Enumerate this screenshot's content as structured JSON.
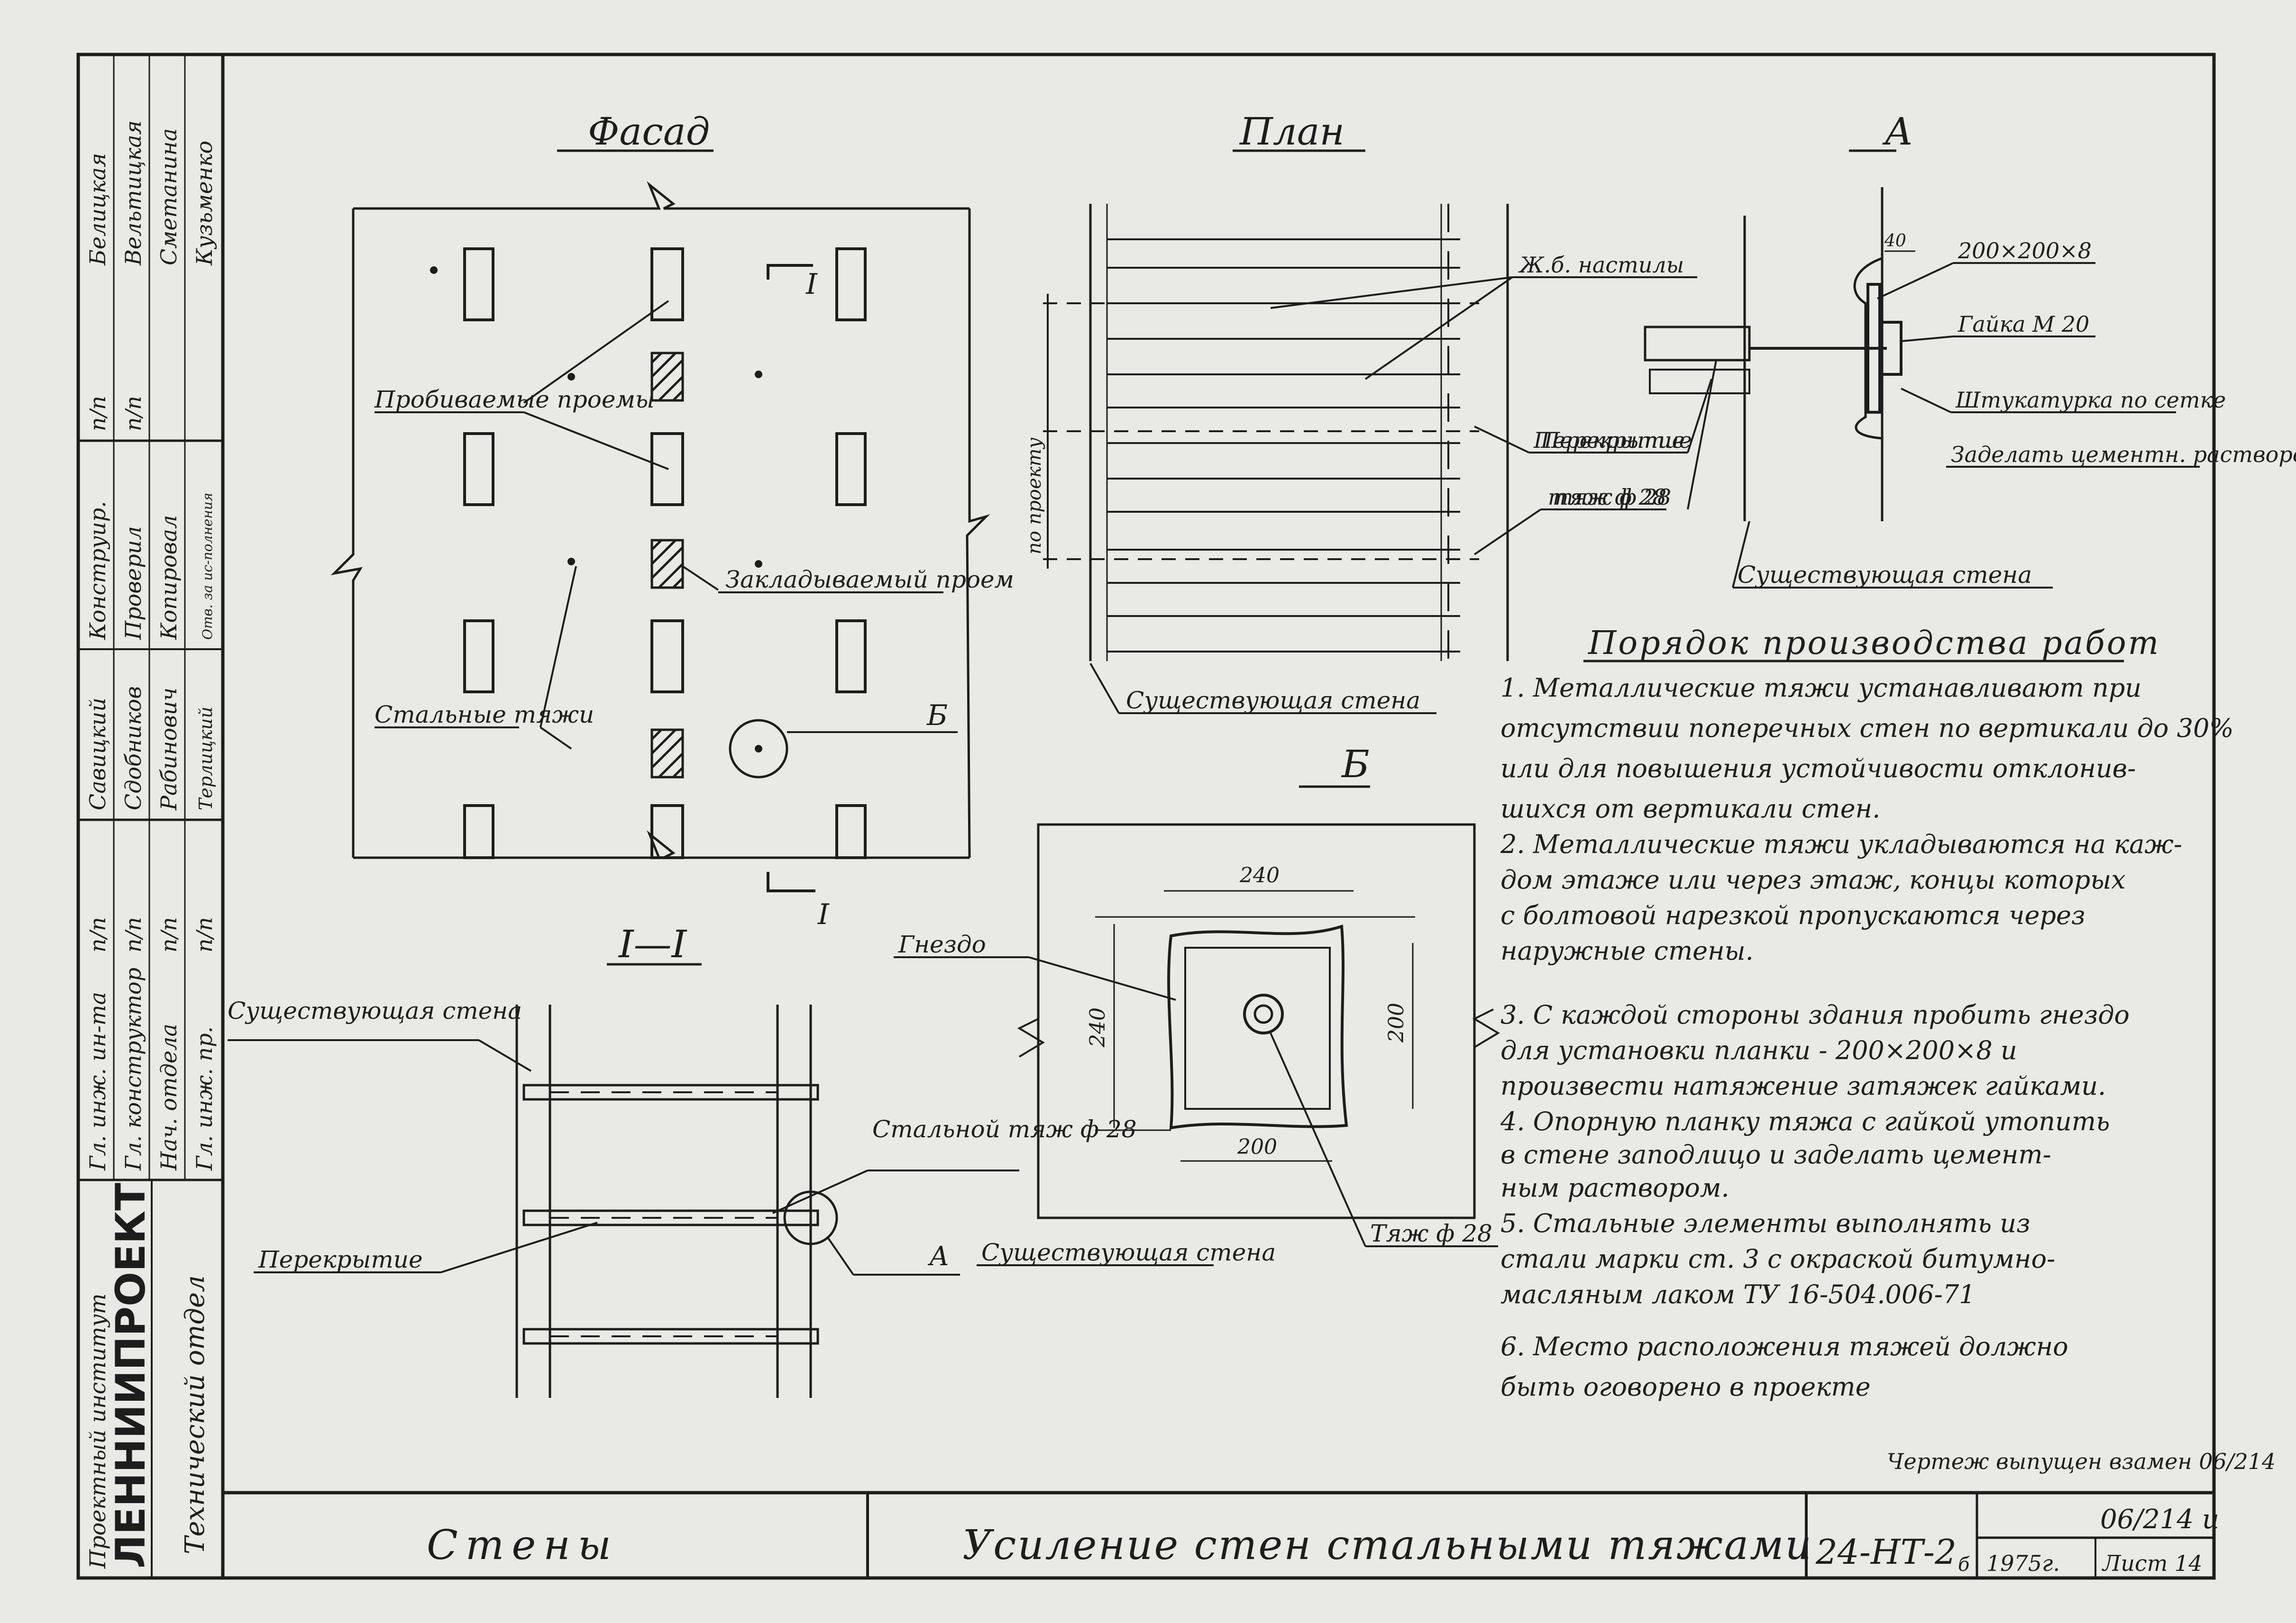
{
  "titles": {
    "facade": "Фасад",
    "plan": "План",
    "detail_a": "А",
    "detail_b": "Б",
    "section": "I—I"
  },
  "facade": {
    "punched_openings": "Пробиваемые проемы",
    "filled_opening": "Закладываемый проем",
    "steel_ties": "Стальные тяжи",
    "marker_b": "Б",
    "section_mark_top": "I",
    "section_mark_bottom": "I"
  },
  "plan_view": {
    "rc_slabs": "Ж.б. настилы",
    "floor_slab": "Перекрытие",
    "tie": "тяж ф 28",
    "floor_height": "по проекту",
    "existing_wall": "Существующая стена"
  },
  "detail_a_view": {
    "dim": "40",
    "plate": "200×200×8",
    "nut": "Гайка М 20",
    "plaster": "Штукатурка по сетке",
    "grout": "Заделать цементн. раствором",
    "floor_slab": "Перекрытие",
    "tie": "тяж ф 28",
    "existing_wall": "Существующая стена"
  },
  "detail_b_view": {
    "socket": "Гнездо",
    "dim_240_top": "240",
    "dim_240_side": "240",
    "dim_200_side": "200",
    "dim_200_bottom": "200",
    "tie": "Тяж ф 28"
  },
  "section_view": {
    "existing_wall_left": "Существующая стена",
    "steel_tie": "Стальной тяж ф 28",
    "floor_slab": "Перекрытие",
    "marker_a": "А",
    "existing_wall_right": "Существующая стена"
  },
  "procedure": {
    "title": "Порядок производства работ",
    "lines": [
      "1. Металлические тяжи устанавливают при",
      "отсутствии поперечных стен по вертикали до 30%",
      "или для повышения устойчивости отклонив-",
      "шихся от вертикали стен.",
      "2. Металлические тяжи укладываются на каж-",
      "дом этаже или через этаж, концы которых",
      "с болтовой нарезкой пропускаются через",
      "наружные стены.",
      "3. С каждой стороны здания пробить гнездо",
      "для установки планки - 200×200×8 и",
      "произвести натяжение затяжек гайками.",
      "4. Опорную планку тяжа с гайкой утопить",
      "в стене заподлицо и заделать цемент-",
      "ным раствором.",
      "5. Стальные элементы выполнять из",
      "стали марки ст. 3 с окраской битумно-",
      "масляным лаком ТУ 16-504.006-71",
      "6. Место расположения тяжей должно",
      "быть оговорено в проекте"
    ],
    "issued_note": "Чертеж выпущен взамен 06/214"
  },
  "stamp": {
    "sidebar": {
      "roles": [
        "Гл. инж. ин-та",
        "Гл. конструктор",
        "Нач. отдела",
        "Гл. инж. пр."
      ],
      "np": [
        "п/п",
        "п/п",
        "п/п",
        "п/п"
      ],
      "names_a": [
        "Савицкий",
        "Сдобников",
        "Рабинович",
        "Терлицкий"
      ],
      "roles_b": [
        "Конструир.",
        "Проверил",
        "Копировал",
        "Отв. за ис-полнения"
      ],
      "np_b": [
        "п/п",
        "п/п"
      ],
      "names_b": [
        "Белицкая",
        "Вельтицкая",
        "Сметанина",
        "Кузьменко"
      ],
      "institute": "Проектный институт",
      "org": "ЛЕННИИПРОЕКТ",
      "department": "Технический отдел"
    },
    "section_name": "Стены",
    "title": "Усиление стен стальными тяжами",
    "code": "24-НТ-2",
    "code_suffix": "б",
    "album": "06/214 и",
    "year": "1975г.",
    "sheet": "Лист 14"
  },
  "colors": {
    "ink": "#1d1d1d",
    "paper": "#e9e9e6"
  }
}
